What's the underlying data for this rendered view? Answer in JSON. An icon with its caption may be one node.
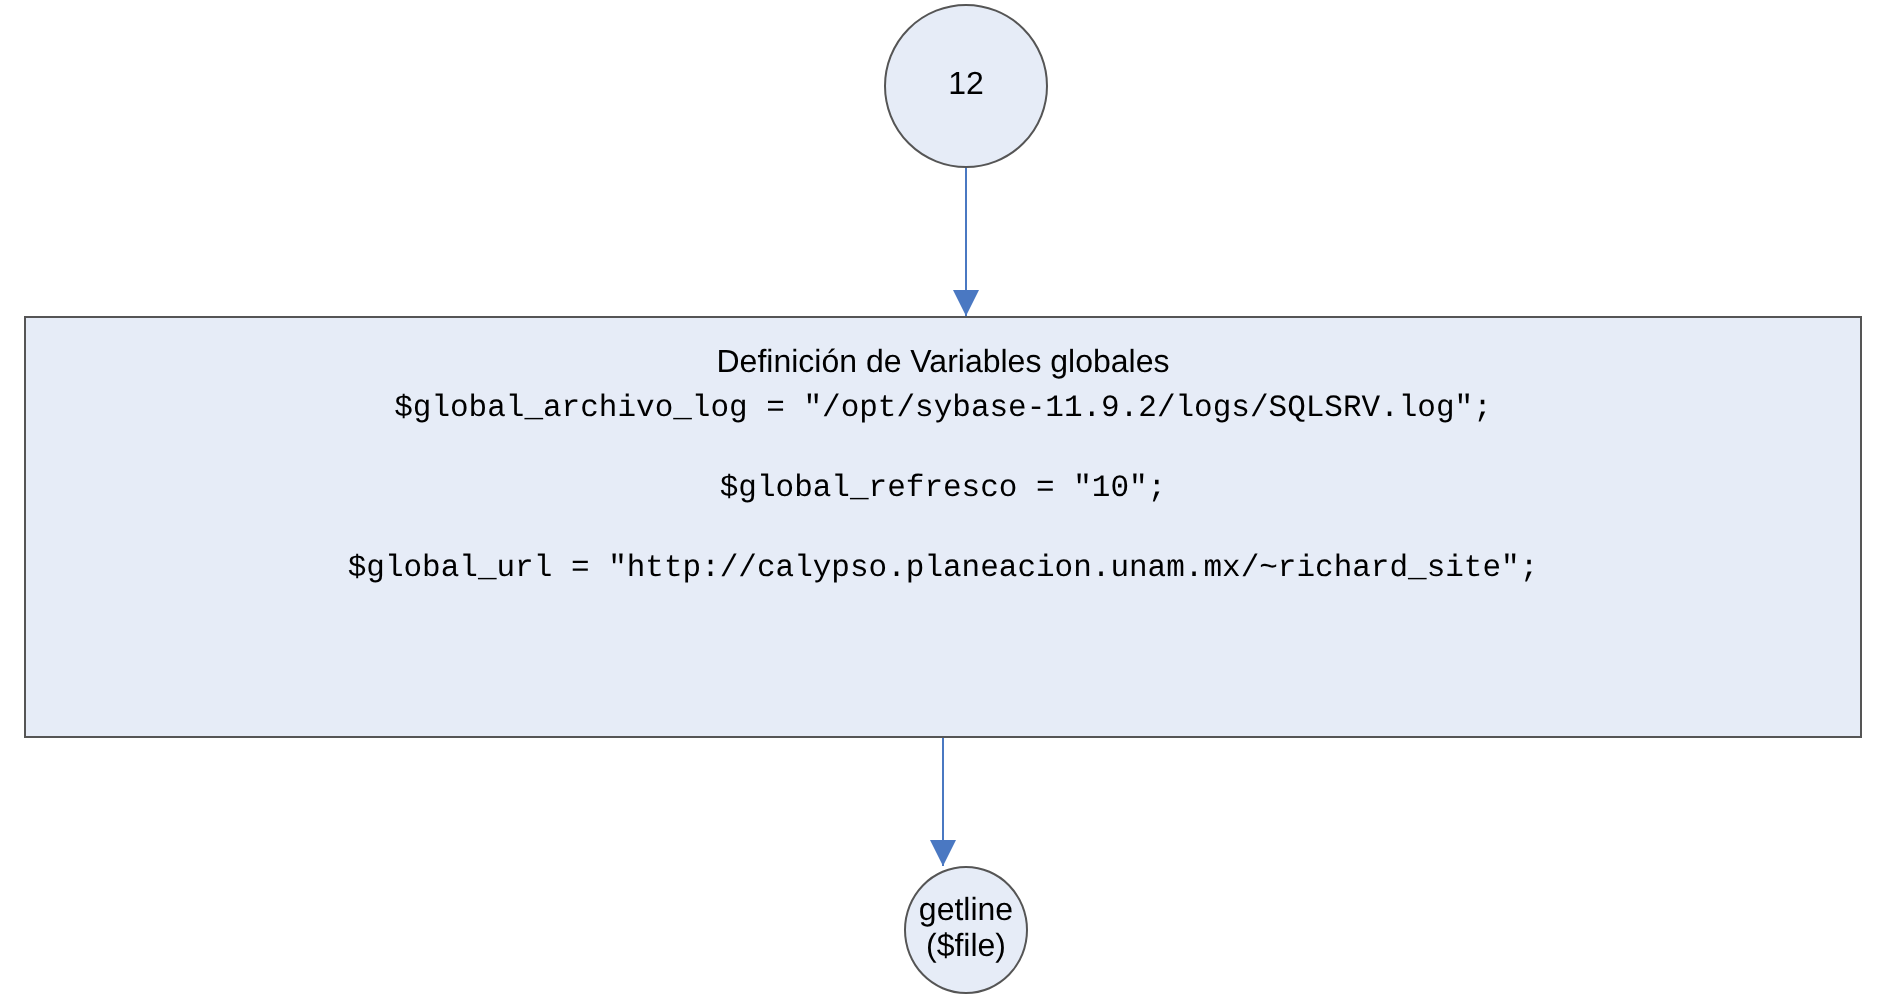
{
  "diagram": {
    "nodes": [
      {
        "text": [
          "12"
        ]
      },
      {
        "text": [
          "Definición de Variables globales",
          "$global_archivo_log = \"/opt/sybase-11.9.2/logs/SQLSRV.log\";",
          "$global_refresco = \"10\";",
          "$global_url = \"http://calypso.planeacion.unam.mx/~richard_site\";"
        ]
      },
      {
        "text": [
          "getline ($file)"
        ]
      }
    ],
    "edges": [
      {
        "from": 0,
        "to": 1,
        "arrow": "to"
      },
      {
        "from": 1,
        "to": 2,
        "arrow": "to"
      }
    ]
  }
}
